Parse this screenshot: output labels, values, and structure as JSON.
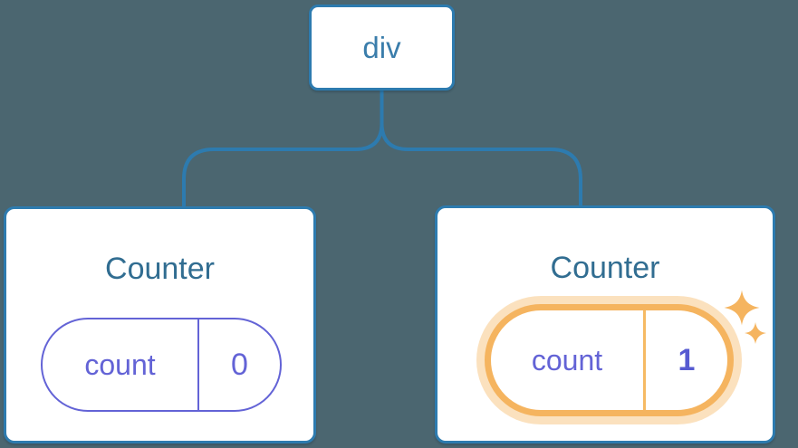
{
  "diagram": {
    "description": "React component tree: a div root with two Counter children; second Counter's state just updated",
    "root": {
      "label": "div"
    },
    "children": [
      {
        "title": "Counter",
        "state": {
          "key": "count",
          "value": "0"
        },
        "highlighted": false
      },
      {
        "title": "Counter",
        "state": {
          "key": "count",
          "value": "1"
        },
        "highlighted": true
      }
    ],
    "icons": {
      "highlight": "sparkle-icon"
    },
    "colors": {
      "background": "#4b6670",
      "node_border_blue": "#2d7baf",
      "root_label_blue": "#3a7dab",
      "counter_title_blue": "#316d91",
      "state_purple": "#6363d6",
      "state_value_bold_purple": "#565ad1",
      "highlight_orange": "#f5b45f",
      "highlight_halo": "rgba(246,184,100,0.42)",
      "node_fill": "#ffffff"
    }
  }
}
